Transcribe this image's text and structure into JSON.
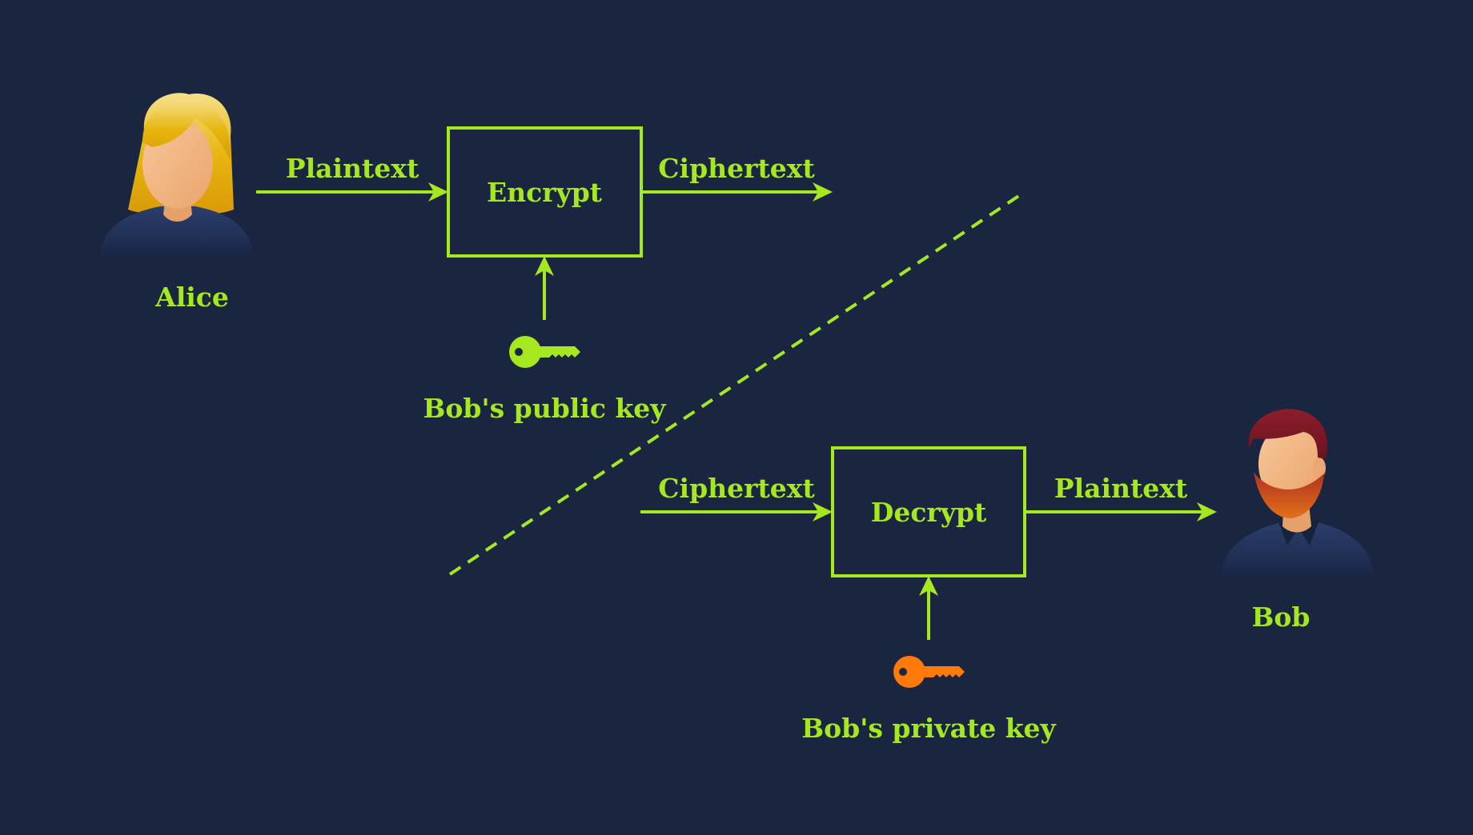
{
  "colors": {
    "background": "#1a2540",
    "accent": "#a5e81f",
    "private_key": "#ff7a0a",
    "alice_hair": "#e8b10f",
    "bob_hair": "#7a1a24",
    "skin": "#f4bb86",
    "shirt": "#21325a"
  },
  "alice": {
    "name": "Alice",
    "icon": "person-female-icon"
  },
  "bob": {
    "name": "Bob",
    "icon": "person-male-icon"
  },
  "encrypt": {
    "input_label": "Plaintext",
    "box_label": "Encrypt",
    "output_label": "Ciphertext",
    "key_label": "Bob's public key",
    "key_icon": "key-icon"
  },
  "decrypt": {
    "input_label": "Ciphertext",
    "box_label": "Decrypt",
    "output_label": "Plaintext",
    "key_label": "Bob's private key",
    "key_icon": "key-icon"
  }
}
